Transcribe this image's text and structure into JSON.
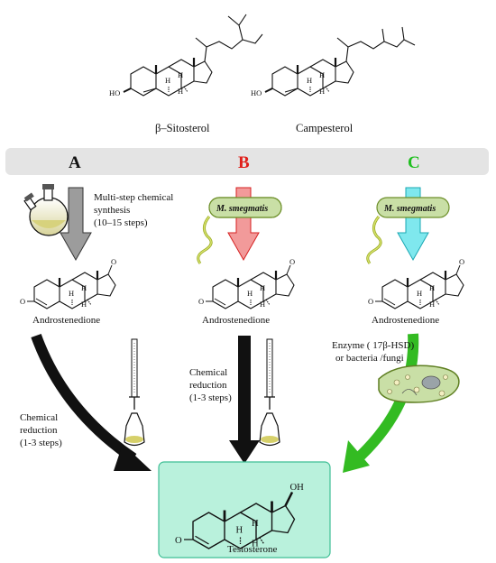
{
  "sterols": {
    "sitosterol": "β–Sitosterol",
    "campesterol": "Campesterol"
  },
  "routes": {
    "a": {
      "label": "A",
      "color": "#111111"
    },
    "b": {
      "label": "B",
      "color": "#e0201b"
    },
    "c": {
      "label": "C",
      "color": "#1fbf1f"
    }
  },
  "chem_synthesis": {
    "line1": "Multi-step chemical",
    "line2": "synthesis",
    "line3": "(10–15 steps)"
  },
  "organism": "M. smegmatis",
  "intermediate": "Androstenedione",
  "reduction_b": {
    "line1": "Chemical",
    "line2": "reduction",
    "line3": "(1-3 steps)"
  },
  "reduction_a": {
    "line1": "Chemical",
    "line2": "reduction",
    "line3": "(1-3 steps)"
  },
  "enzyme": {
    "line1": "Enzyme ( 17β-HSD)",
    "line2": "or bacteria /fungi"
  },
  "product": "Testosterone",
  "atoms": {
    "H": "H",
    "HO": "HO",
    "O": "O",
    "OH": "OH"
  },
  "colors": {
    "band": "#e4e4e4",
    "arrow_a": "#9c9c9c",
    "arrow_b": "#f29a9a",
    "arrow_c": "#7fe8ee",
    "cell": "#c9dfa6",
    "product_box": "#b9f1dc",
    "green_arrow": "#33bb22"
  }
}
